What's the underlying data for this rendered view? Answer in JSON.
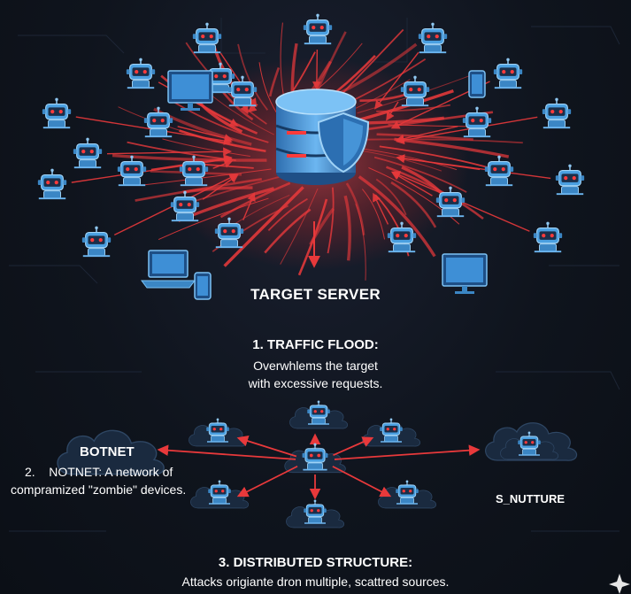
{
  "labels": {
    "target": "TARGET SERVER",
    "step1_title": "1. TRAFFIC FLOOD:",
    "step1_line1": "Overwhlems the target",
    "step1_line2": "with excessive requests.",
    "botnet": "BOTNET",
    "step2_line1": "2.    NOTNET: A network of",
    "step2_line2": "compramized \"zombie\" devices.",
    "structure": "S_NUTTURE",
    "step3_title": "3. DISTRIBUTED STRUCTURE:",
    "step3_body": "Attacks origiante dron multiple, scattred sources."
  },
  "colors": {
    "background": "#0f141d",
    "attack_red": "#e8393b",
    "bot_blue": "#4a9fe0",
    "cloud": "#1a2a3f",
    "text": "#ffffff"
  },
  "icons": {
    "center": "database-server-icon",
    "shield": "shield-icon",
    "bot": "robot-icon",
    "laptop": "laptop-icon",
    "monitor": "monitor-icon",
    "tablet": "tablet-icon",
    "cloud": "cloud-icon"
  }
}
